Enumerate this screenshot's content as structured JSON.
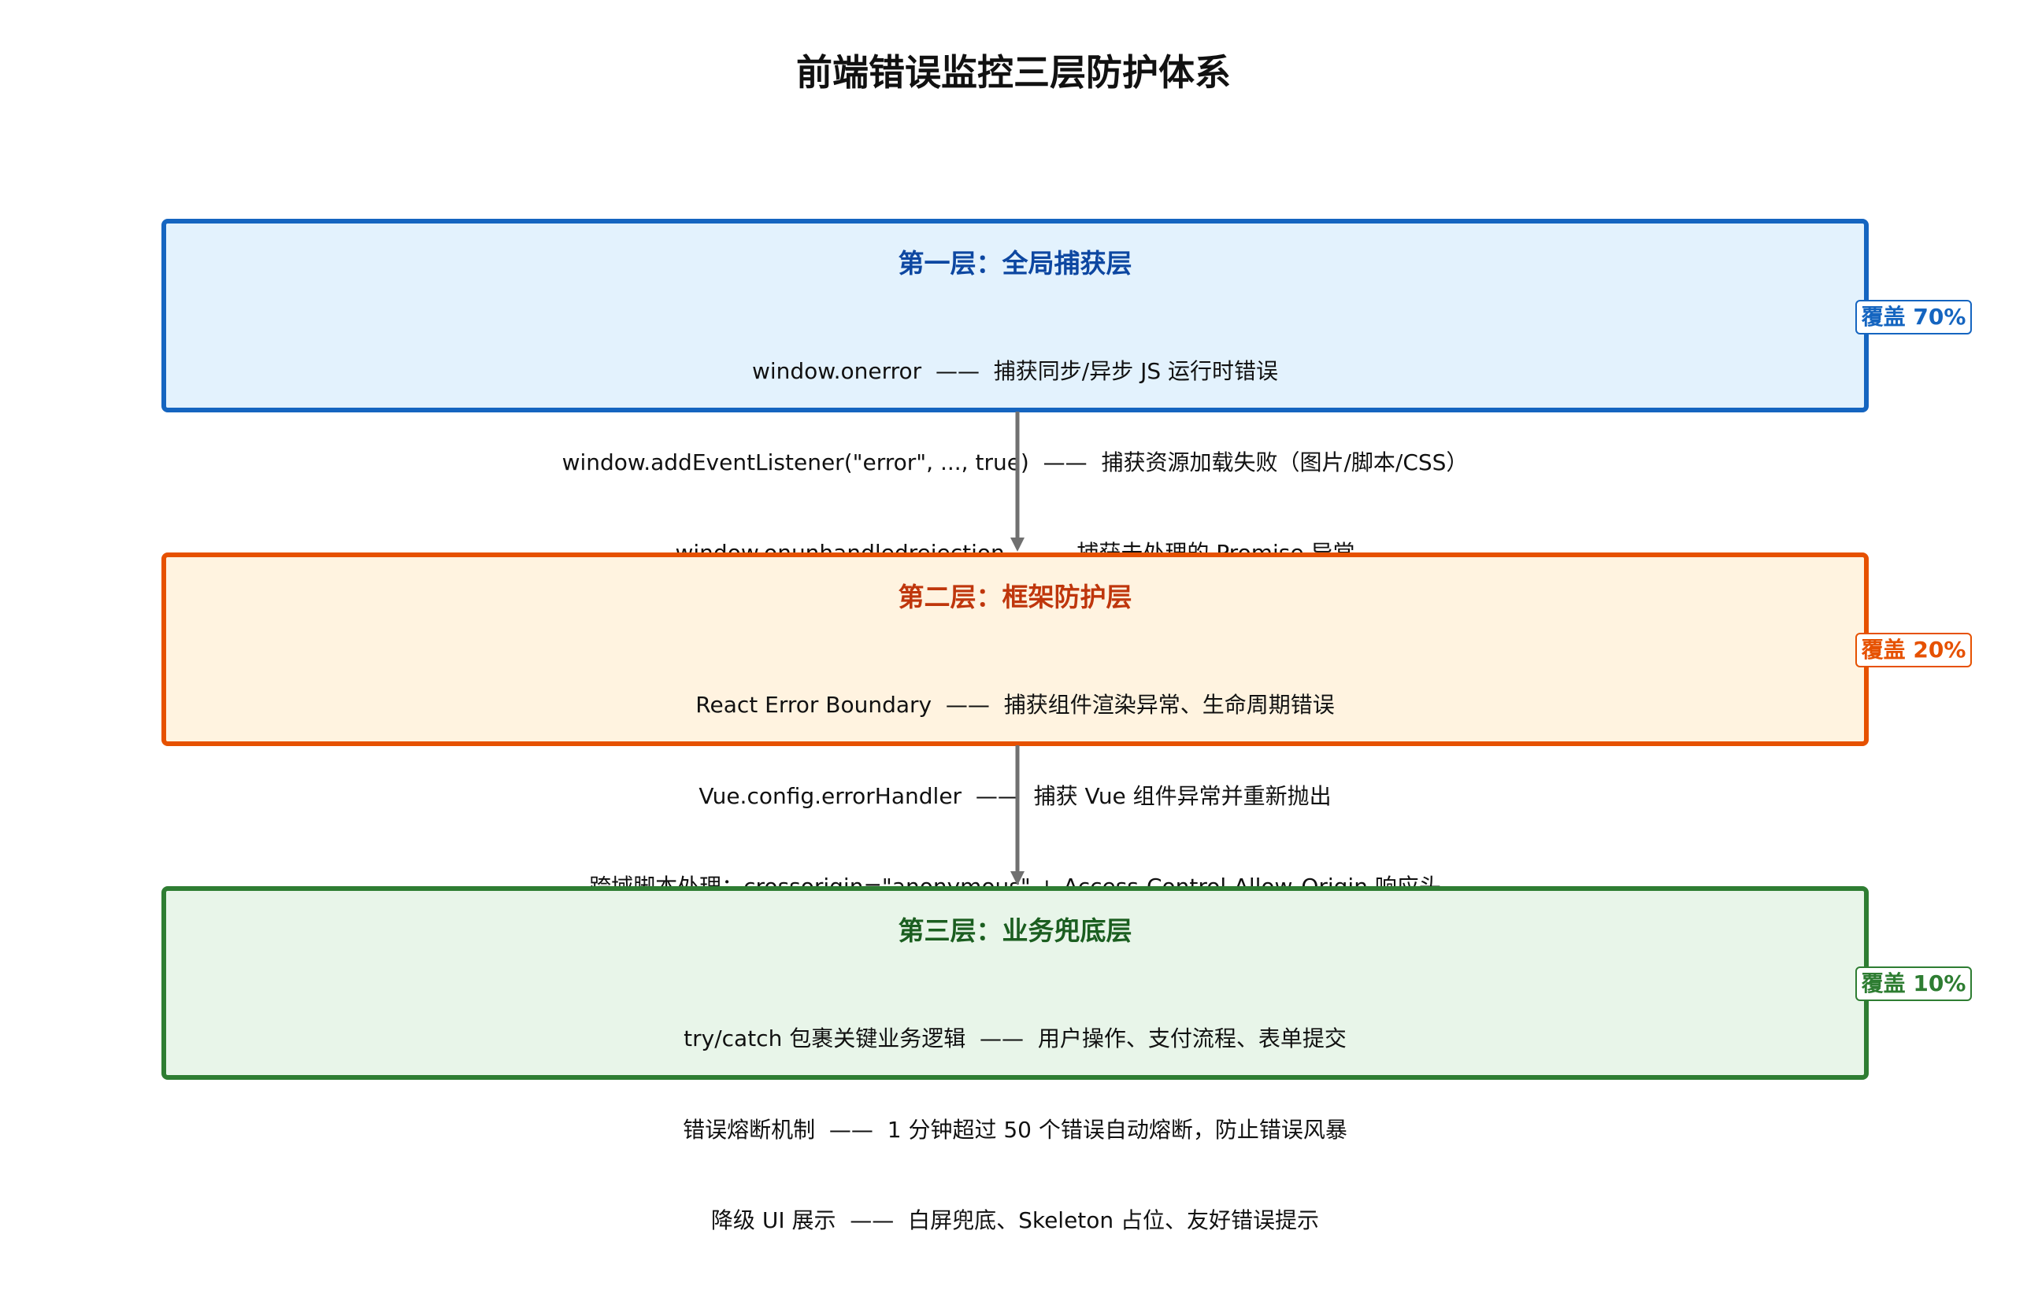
{
  "title": "前端错误监控三层防护体系",
  "layers": [
    {
      "title": "第一层：全局捕获层",
      "lines": [
        "window.onerror  ——  捕获同步/异步 JS 运行时错误",
        "window.addEventListener(\"error\", ..., true)  ——  捕获资源加载失败（图片/脚本/CSS）",
        "window.onunhandledrejection  ——  捕获未处理的 Promise 异常"
      ],
      "coverage": "覆盖 70%",
      "color": "#1565c0"
    },
    {
      "title": "第二层：框架防护层",
      "lines": [
        "React Error Boundary  ——  捕获组件渲染异常、生命周期错误",
        "Vue.config.errorHandler  ——  捕获 Vue 组件异常并重新抛出",
        "跨域脚本处理：crossorigin=\"anonymous\" + Access-Control-Allow-Origin 响应头"
      ],
      "coverage": "覆盖 20%",
      "color": "#e65100"
    },
    {
      "title": "第三层：业务兜底层",
      "lines": [
        "try/catch 包裹关键业务逻辑  ——  用户操作、支付流程、表单提交",
        "错误熔断机制  ——  1 分钟超过 50 个错误自动熔断，防止错误风暴",
        "降级 UI 展示  ——  白屏兜底、Skeleton 占位、友好错误提示"
      ],
      "coverage": "覆盖 10%",
      "color": "#2e7d32"
    }
  ],
  "arrow_color": "#707070"
}
